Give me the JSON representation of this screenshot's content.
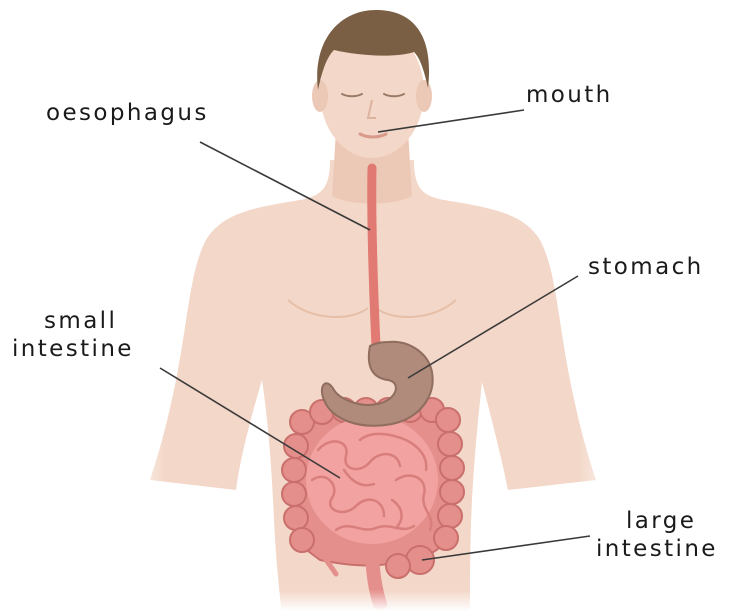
{
  "labels": {
    "mouth": "mouth",
    "oesophagus": "oesophagus",
    "stomach": "stomach",
    "small_intestine_line1": "small",
    "small_intestine_line2": "intestine",
    "large_intestine_line1": "large",
    "large_intestine_line2": "intestine"
  },
  "colors": {
    "skin": "#f3d7c8",
    "skin_shadow": "#e8c2ae",
    "hair": "#7a5f45",
    "oesophagus": "#e07a72",
    "stomach": "#b08a7a",
    "small_intestine": "#f2a2a0",
    "large_intestine": "#e58f8c",
    "leader_line": "#3a3a3a"
  }
}
